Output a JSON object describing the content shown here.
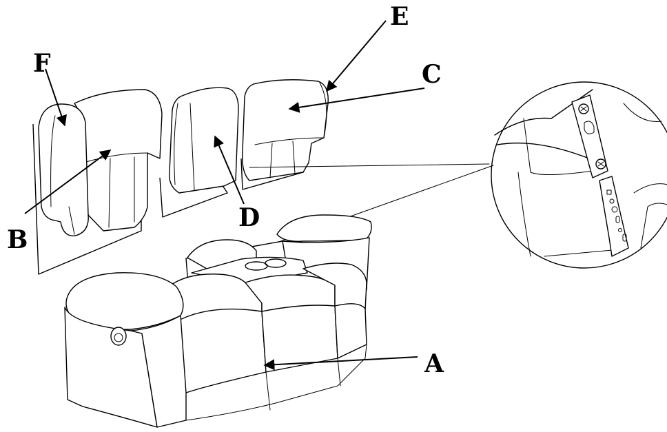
{
  "labels": {
    "A": "A",
    "B": "B",
    "C": "C",
    "D": "D",
    "E": "E",
    "F": "F"
  }
}
